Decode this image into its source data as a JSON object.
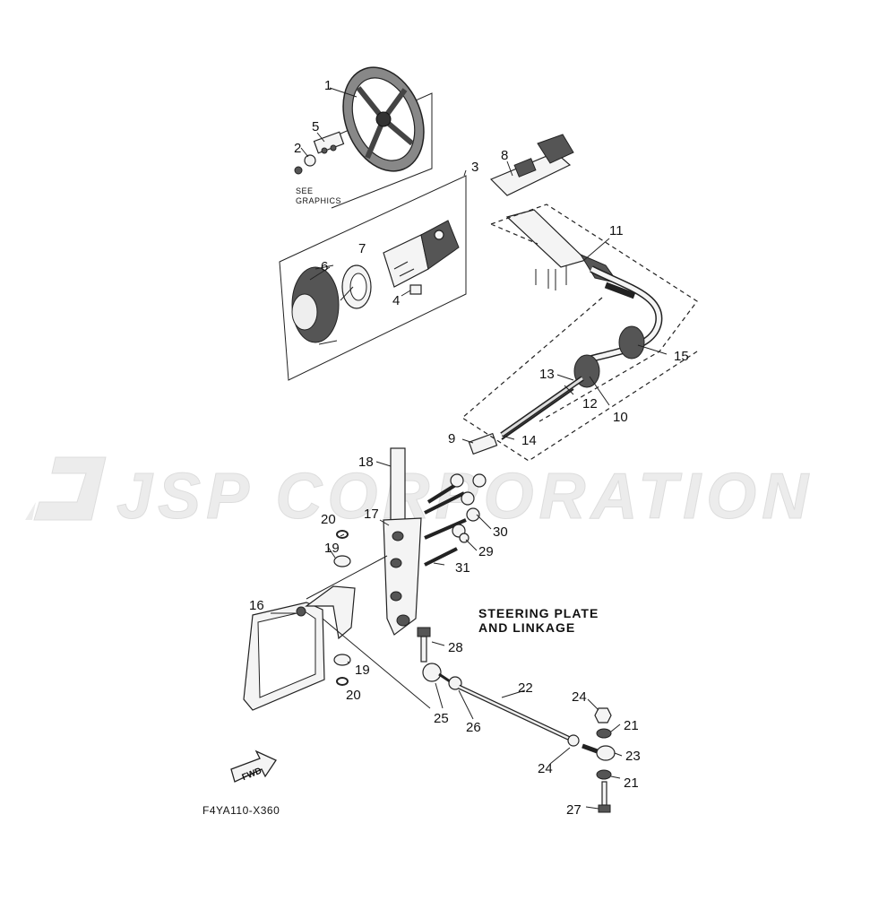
{
  "watermark": "JSP CORPORATION",
  "section_title_line1": "STEERING PLATE",
  "section_title_line2": "AND LINKAGE",
  "see_graphics_line1": "SEE",
  "see_graphics_line2": "GRAPHICS",
  "fwd_label": "FWD",
  "diagram_code": "F4YA110-X360",
  "callouts": [
    "1",
    "2",
    "3",
    "4",
    "5",
    "6",
    "7",
    "8",
    "9",
    "10",
    "11",
    "12",
    "13",
    "14",
    "15",
    "16",
    "17",
    "18",
    "19",
    "19",
    "20",
    "20",
    "21",
    "21",
    "22",
    "23",
    "24",
    "24",
    "25",
    "26",
    "27",
    "28",
    "29",
    "30",
    "31"
  ]
}
